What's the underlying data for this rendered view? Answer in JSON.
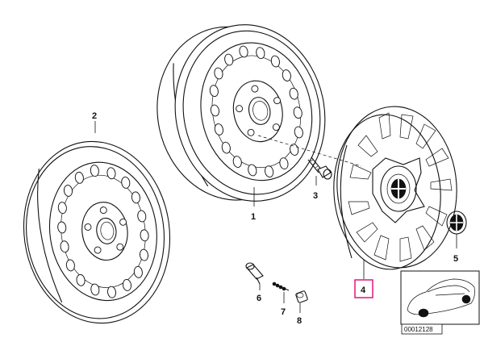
{
  "callouts": {
    "rim_front": "1",
    "rim_rear": "2",
    "wheel_bolt": "3",
    "hub_cap": "4",
    "center_emblem": "5",
    "valve": "6",
    "valve_core": "7",
    "valve_cap": "8"
  },
  "inset": {
    "code": "00012128"
  },
  "colors": {
    "highlight": "#e0157f",
    "ink": "#111111"
  }
}
